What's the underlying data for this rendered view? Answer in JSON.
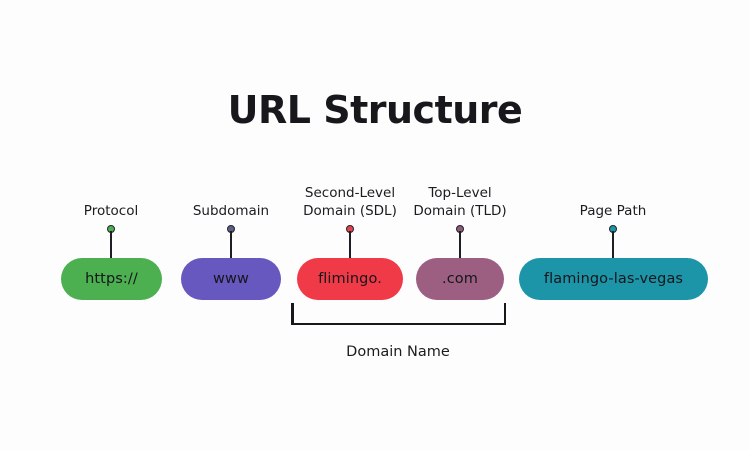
{
  "page": {
    "title": "URL Structure",
    "background_color": "#fdfdfd",
    "text_color": "#17181c"
  },
  "segments": [
    {
      "key": "protocol",
      "label": "Protocol",
      "value": "https://",
      "color": "#4CAF50",
      "dot_color": "#4CAF50"
    },
    {
      "key": "subdomain",
      "label": "Subdomain",
      "value": "www",
      "color": "#6658BE",
      "dot_color": "#5b5f86"
    },
    {
      "key": "second-level-domain",
      "label": "Second-Level\nDomain (SDL)",
      "value": "flimingo.",
      "color": "#F03A47",
      "dot_color": "#E8404C"
    },
    {
      "key": "top-level-domain",
      "label": "Top-Level\nDomain (TLD)",
      "value": ".com",
      "color": "#9C5F82",
      "dot_color": "#8F5A78"
    },
    {
      "key": "page-path",
      "label": "Page Path",
      "value": "flamingo-las-vegas",
      "color": "#1C95A8",
      "dot_color": "#1C95A8"
    }
  ],
  "bracket": {
    "label": "Domain Name",
    "color": "#17181c"
  }
}
